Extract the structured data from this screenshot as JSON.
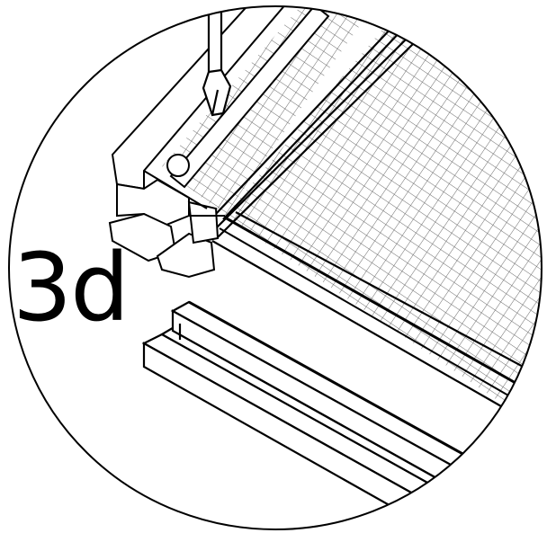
{
  "diagram": {
    "step_label": "3d",
    "colors": {
      "line": "#000000",
      "background": "#ffffff",
      "mesh": "#555555"
    },
    "icons": {
      "tool": "screwdriver-icon",
      "mesh": "insect-screen-mesh",
      "frame": "aluminium-frame-profile"
    }
  }
}
